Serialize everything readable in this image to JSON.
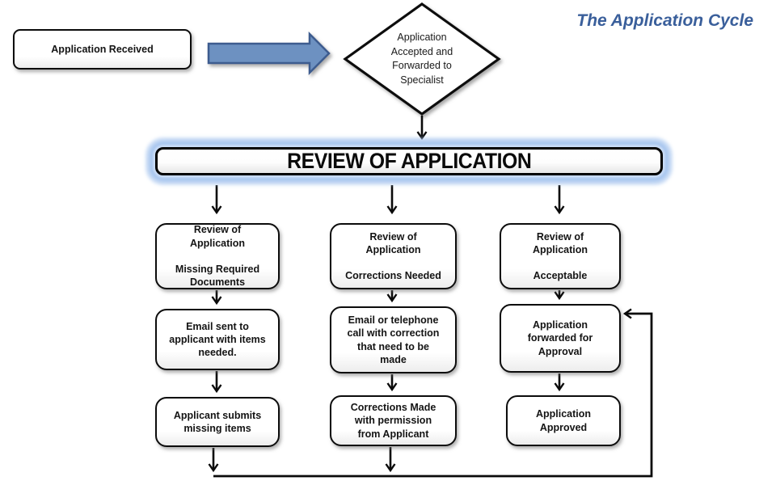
{
  "page": {
    "title": "The Application Cycle"
  },
  "colors": {
    "title_blue": "#3A5F9B",
    "block_arrow_fill": "#6D91C1",
    "block_arrow_stroke": "#3E5C8F",
    "banner_glow": "#A5C4EE",
    "connector": "#0a0a0a"
  },
  "flow": {
    "start": "Application Received",
    "decision": "Application\nAccepted and\nForwarded to\nSpecialist",
    "banner": "REVIEW OF APPLICATION",
    "columns": [
      {
        "steps": [
          "Review of\nApplication\n\nMissing Required\nDocuments",
          "Email sent to\napplicant with items\nneeded.",
          "Applicant submits\nmissing items"
        ]
      },
      {
        "steps": [
          "Review of\nApplication\n\nCorrections Needed",
          "Email or telephone\ncall with correction\nthat need to be\nmade",
          "Corrections Made\nwith permission\nfrom Applicant"
        ]
      },
      {
        "steps": [
          "Review of\nApplication\n\nAcceptable",
          "Application\nforwarded for\nApproval",
          "Application\nApproved"
        ]
      }
    ]
  }
}
